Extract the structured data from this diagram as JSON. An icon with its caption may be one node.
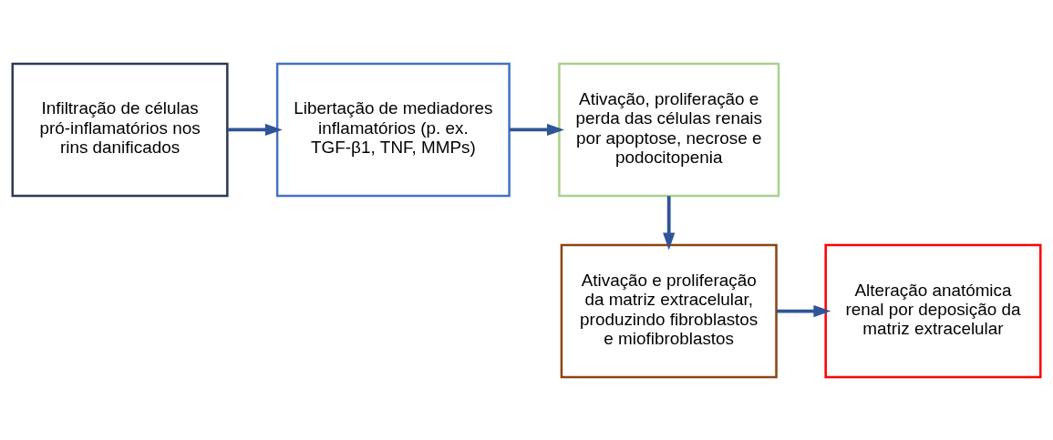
{
  "diagram": {
    "nodes": [
      {
        "text": [
          "Infiltração de células pró-inflamatórios nos rins danificados"
        ]
      },
      {
        "text": [
          "Libertação de mediadores inflamatórios (p. ex. TGF-β1, TNF, MMPs)"
        ]
      },
      {
        "text": [
          "Ativação, proliferação e perda das células renais por apoptose, necrose e podocitopenia"
        ]
      },
      {
        "text": [
          "Ativação e proliferação da matriz extracelular, produzindo fibroblastos e miofibroblastos"
        ]
      },
      {
        "text": [
          "Alteração anatómica renal por deposição da matriz extracelular"
        ]
      }
    ],
    "edges": [
      {
        "from": 0,
        "to": 1,
        "arrow": "to"
      },
      {
        "from": 1,
        "to": 2,
        "arrow": "to"
      },
      {
        "from": 2,
        "to": 3,
        "arrow": "to"
      },
      {
        "from": 3,
        "to": 4,
        "arrow": "to"
      }
    ]
  }
}
